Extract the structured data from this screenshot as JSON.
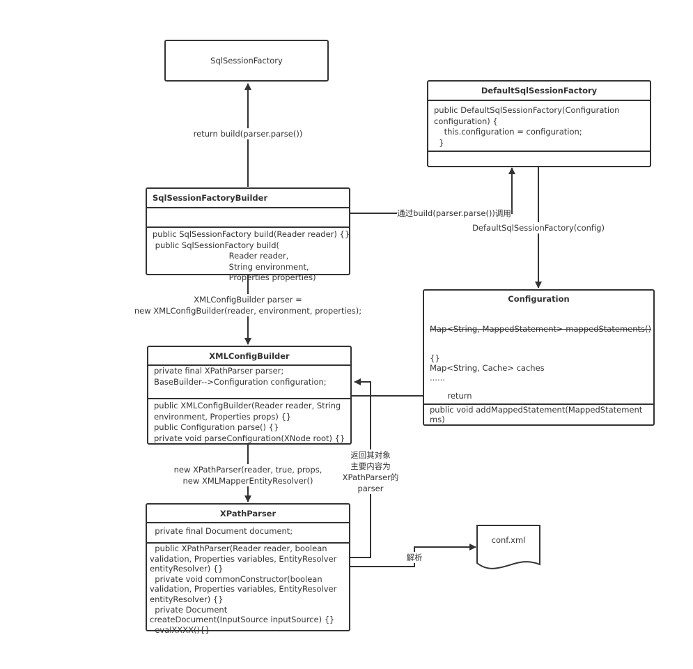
{
  "sql_session_factory": {
    "title": "SqlSessionFactory"
  },
  "sql_session_factory_builder": {
    "title": "SqlSessionFactoryBuilder",
    "methods": "public SqlSessionFactory build(Reader reader) {}\n public SqlSessionFactory build(\n                              Reader reader,\n                              String environment,\n                              Properties properties)"
  },
  "default_sql_session_factory": {
    "title": "DefaultSqlSessionFactory",
    "body": "public DefaultSqlSessionFactory(Configuration\nconfiguration) {\n    this.configuration = configuration;\n  }"
  },
  "configuration": {
    "title": "Configuration",
    "fields_struck": "Map<String, MappedStatement> mappedStatements()",
    "fields": "{}\nMap<String, Cache> caches\n......",
    "methods": "public void addMappedStatement(MappedStatement\nms)"
  },
  "xml_config_builder": {
    "title": "XMLConfigBuilder",
    "fields": "private final XPathParser parser;\nBaseBuilder-->Configuration configuration;",
    "methods": "public XMLConfigBuilder(Reader reader, String\nenvironment, Properties props) {}\npublic Configuration parse() {}\nprivate void parseConfiguration(XNode root) {}"
  },
  "xpath_parser": {
    "title": "XPathParser",
    "fields": "  private final Document document;",
    "methods": "  public XPathParser(Reader reader, boolean\nvalidation, Properties variables, EntityResolver\nentityResolver) {}\n  private void commonConstructor(boolean\nvalidation, Properties variables, EntityResolver\nentityResolver) {}\n  private Document\ncreateDocument(InputSource inputSource) {}\n  evalXXXX(){}"
  },
  "conf_xml": {
    "title": "conf.xml"
  },
  "edges": {
    "return_build": "return build(parser.parse())",
    "call_build": "通过build(parser.parse())调用",
    "default_config": "DefaultSqlSessionFactory(config)",
    "new_xml_config": "XMLConfigBuilder parser =\nnew XMLConfigBuilder(reader, environment, properties);",
    "return": "return",
    "new_xpath": "new XPathParser(reader, true, props,\nnew XMLMapperEntityResolver()",
    "return_object": "返回其对象\n主要内容为\nXPathParser的\nparser",
    "parse": "解析"
  }
}
